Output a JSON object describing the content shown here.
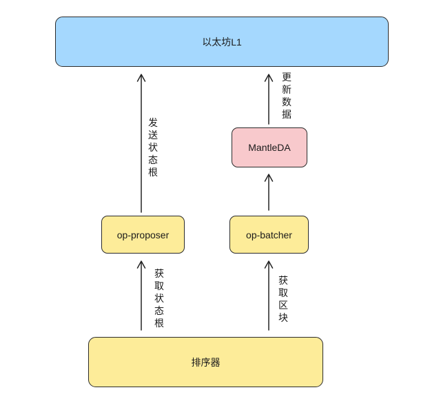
{
  "nodes": {
    "ethereum_l1": {
      "label": "以太坊L1",
      "fill": "#a5d8fe"
    },
    "mantle_da": {
      "label": "MantleDA",
      "fill": "#f8c9cc"
    },
    "op_proposer": {
      "label": "op-proposer",
      "fill": "#fdec99"
    },
    "op_batcher": {
      "label": "op-batcher",
      "fill": "#fdec99"
    },
    "sequencer": {
      "label": "排序器",
      "fill": "#fdec99"
    }
  },
  "edges": {
    "proposer_to_l1": "发送状态根",
    "mantle_to_l1": "更新数据",
    "sequencer_to_proposer": "获取状态根",
    "sequencer_to_batcher": "获取区块"
  }
}
